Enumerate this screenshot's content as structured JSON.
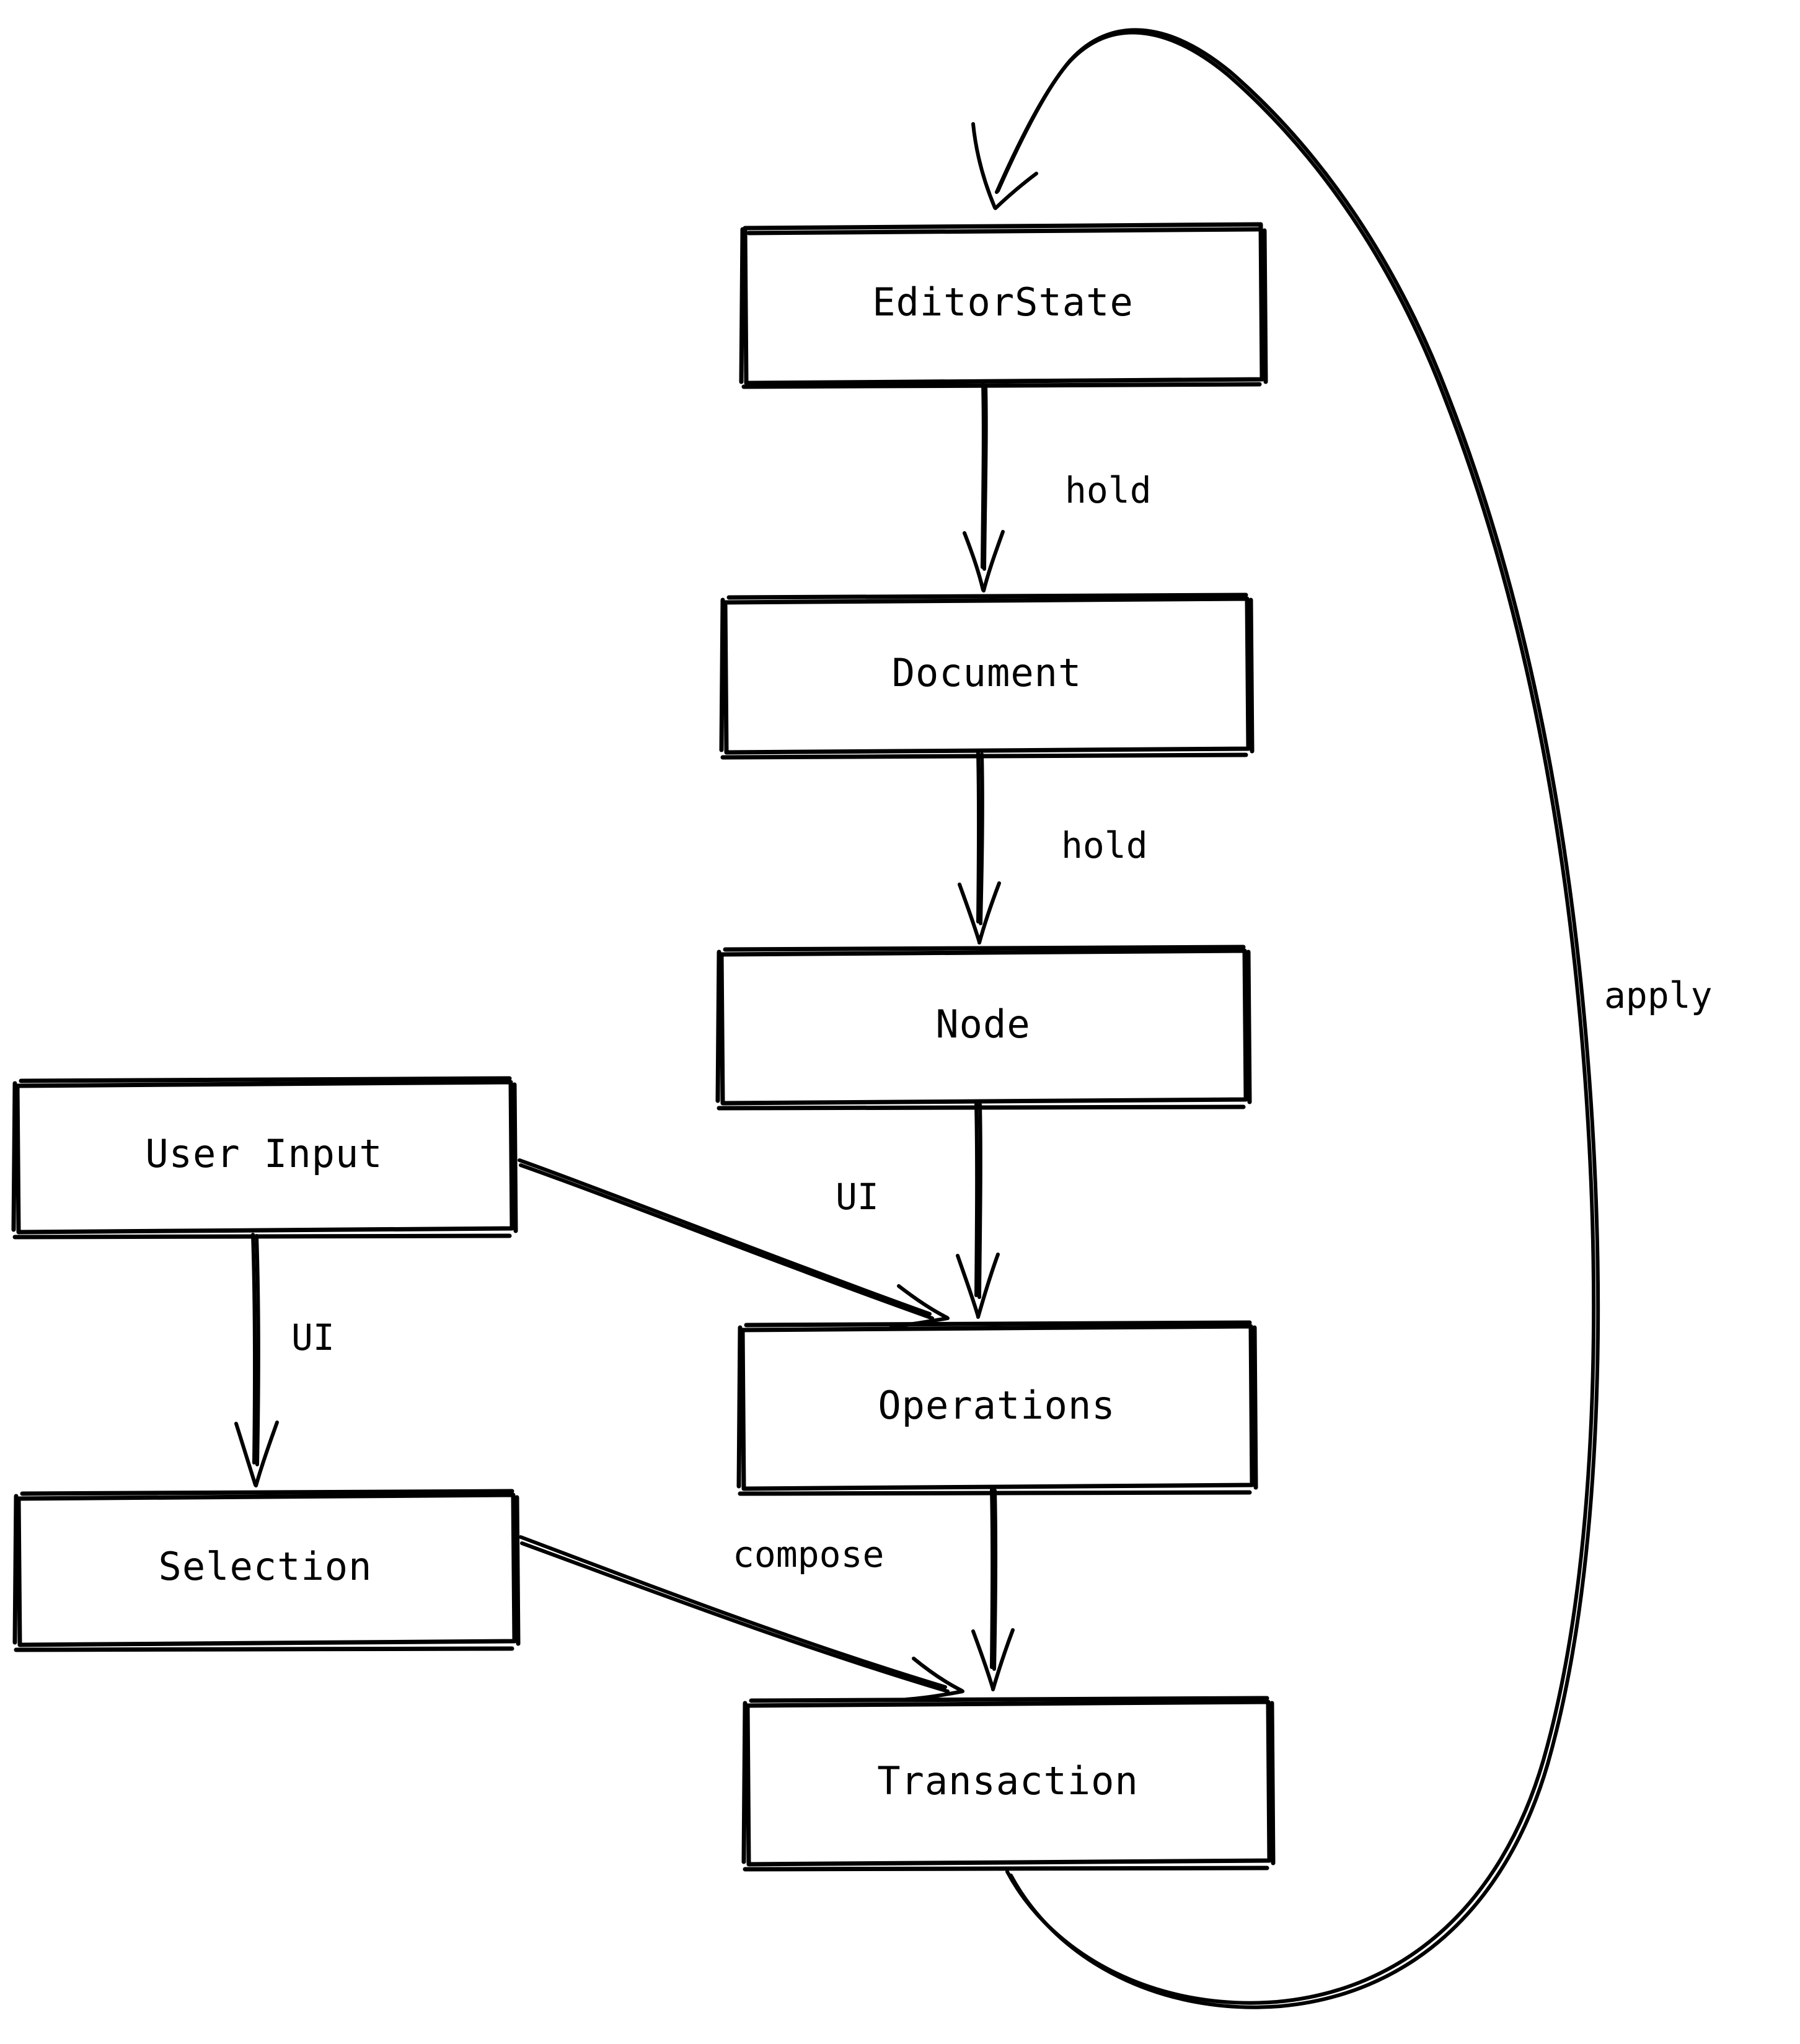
{
  "diagram": {
    "type": "flowchart",
    "style": "hand-drawn-sketch",
    "background_color": "#ffffff",
    "stroke_color": "#000000",
    "nodes": [
      {
        "id": "editorstate",
        "label": "EditorState"
      },
      {
        "id": "document",
        "label": "Document"
      },
      {
        "id": "node",
        "label": "Node"
      },
      {
        "id": "userinput",
        "label": "User Input"
      },
      {
        "id": "operations",
        "label": "Operations"
      },
      {
        "id": "selection",
        "label": "Selection"
      },
      {
        "id": "transaction",
        "label": "Transaction"
      }
    ],
    "edges": [
      {
        "from": "editorstate",
        "to": "document",
        "label": "hold"
      },
      {
        "from": "document",
        "to": "node",
        "label": "hold"
      },
      {
        "from": "node",
        "to": "operations",
        "label": "UI"
      },
      {
        "from": "userinput",
        "to": "selection",
        "label": "UI"
      },
      {
        "from": "userinput",
        "to": "operations",
        "label": ""
      },
      {
        "from": "operations",
        "to": "transaction",
        "label": "compose"
      },
      {
        "from": "selection",
        "to": "transaction",
        "label": ""
      },
      {
        "from": "transaction",
        "to": "editorstate",
        "label": "apply"
      }
    ],
    "edge_labels": {
      "hold_1": "hold",
      "hold_2": "hold",
      "ui_node": "UI",
      "ui_userinput": "UI",
      "compose": "compose",
      "apply": "apply"
    }
  }
}
